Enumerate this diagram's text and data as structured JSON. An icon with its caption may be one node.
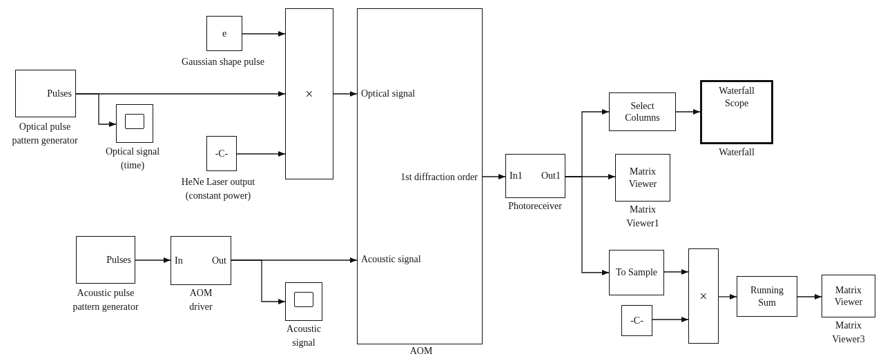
{
  "diagram": {
    "nodes": [
      {
        "text": [
          "Pulses"
        ],
        "beside": [
          "Optical pulse pattern generator"
        ]
      },
      {
        "text": [
          "e"
        ],
        "beside": [
          "Gaussian shape pulse"
        ]
      },
      {
        "text": [],
        "shape": "box",
        "beside": [
          "Optical signal (time)"
        ]
      },
      {
        "text": [
          "-C-"
        ],
        "beside": [
          "HeNe Laser output (constant power)"
        ]
      },
      {
        "text": [
          "×"
        ]
      },
      {
        "text": [
          "Optical signal",
          "1st diffraction order",
          "Acoustic signal"
        ],
        "beside": [
          "AOM"
        ]
      },
      {
        "text": [
          "Pulses"
        ],
        "beside": [
          "Acoustic pulse pattern generator"
        ]
      },
      {
        "text": [
          "In",
          "Out"
        ],
        "beside": [
          "AOM driver"
        ]
      },
      {
        "text": [],
        "shape": "box",
        "beside": [
          "Acoustic signal"
        ]
      },
      {
        "text": [
          "In1",
          "Out1"
        ],
        "beside": [
          "Photoreceiver"
        ]
      },
      {
        "text": [
          "Select Columns"
        ]
      },
      {
        "text": [
          "Waterfall Scope"
        ],
        "beside": [
          "Waterfall"
        ]
      },
      {
        "text": [
          "Matrix Viewer"
        ],
        "beside": [
          "Matrix Viewer1"
        ]
      },
      {
        "text": [
          "To Sample"
        ]
      },
      {
        "text": [
          "-C-"
        ]
      },
      {
        "text": [
          "×"
        ]
      },
      {
        "text": [
          "Running Sum"
        ]
      },
      {
        "text": [
          "Matrix Viewer"
        ],
        "beside": [
          "Matrix Viewer3"
        ]
      }
    ],
    "edges": [
      {
        "from": 0,
        "to": 4,
        "arrow": "to"
      },
      {
        "from": 0,
        "to": 2,
        "arrow": "to"
      },
      {
        "from": 1,
        "to": 4,
        "arrow": "to"
      },
      {
        "from": 3,
        "to": 4,
        "arrow": "to"
      },
      {
        "from": 4,
        "to": 5,
        "arrow": "to"
      },
      {
        "from": 6,
        "to": 7,
        "arrow": "to"
      },
      {
        "from": 7,
        "to": 5,
        "arrow": "to"
      },
      {
        "from": 7,
        "to": 8,
        "arrow": "to"
      },
      {
        "from": 5,
        "to": 9,
        "arrow": "to"
      },
      {
        "from": 9,
        "to": 10,
        "arrow": "to"
      },
      {
        "from": 9,
        "to": 12,
        "arrow": "to"
      },
      {
        "from": 9,
        "to": 13,
        "arrow": "to"
      },
      {
        "from": 10,
        "to": 11,
        "arrow": "to"
      },
      {
        "from": 13,
        "to": 15,
        "arrow": "to"
      },
      {
        "from": 14,
        "to": 15,
        "arrow": "to"
      },
      {
        "from": 15,
        "to": 16,
        "arrow": "to"
      },
      {
        "from": 16,
        "to": 17,
        "arrow": "to"
      }
    ]
  }
}
